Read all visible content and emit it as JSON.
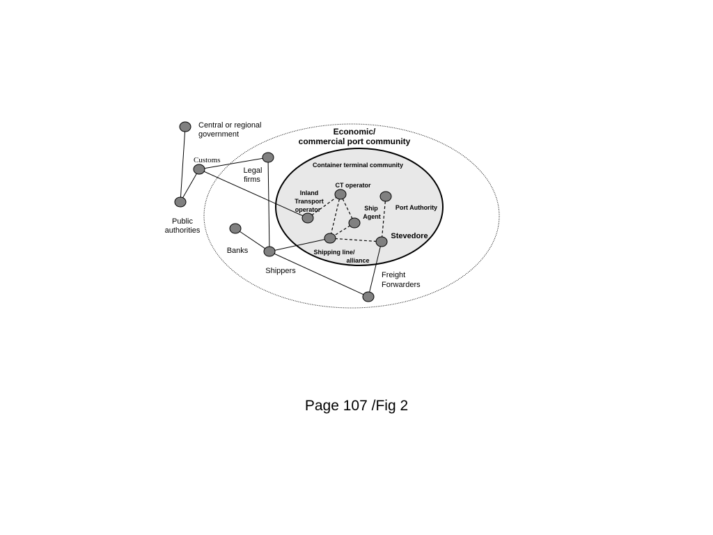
{
  "diagram": {
    "outer_community": {
      "line1": "Economic/",
      "line2": "commercial port community"
    },
    "inner_community": {
      "title": "Container terminal community",
      "fill": "#e8e8e8"
    },
    "nodes": {
      "central_gov": {
        "line1": "Central or regional",
        "line2": "government"
      },
      "customs": {
        "label": "Customs"
      },
      "legal_firms": {
        "line1": "Legal",
        "line2": "firms"
      },
      "public_authorities": {
        "line1": "Public",
        "line2": "authorities"
      },
      "banks": {
        "label": "Banks"
      },
      "shippers": {
        "label": "Shippers"
      },
      "freight_forwarders": {
        "line1": "Freight",
        "line2": "Forwarders"
      },
      "inland_transport": {
        "line1": "Inland",
        "line2": "Transport",
        "line3": "operator"
      },
      "ct_operator": {
        "label": "CT operator"
      },
      "ship_agent": {
        "line1": "Ship",
        "line2": "Agent"
      },
      "port_authority": {
        "label": "Port Authority"
      },
      "shipping_line": {
        "line1": "Shipping line/",
        "line2": "alliance"
      },
      "stevedore": {
        "label": "Stevedore"
      }
    }
  },
  "caption": "Page 107 /Fig 2"
}
